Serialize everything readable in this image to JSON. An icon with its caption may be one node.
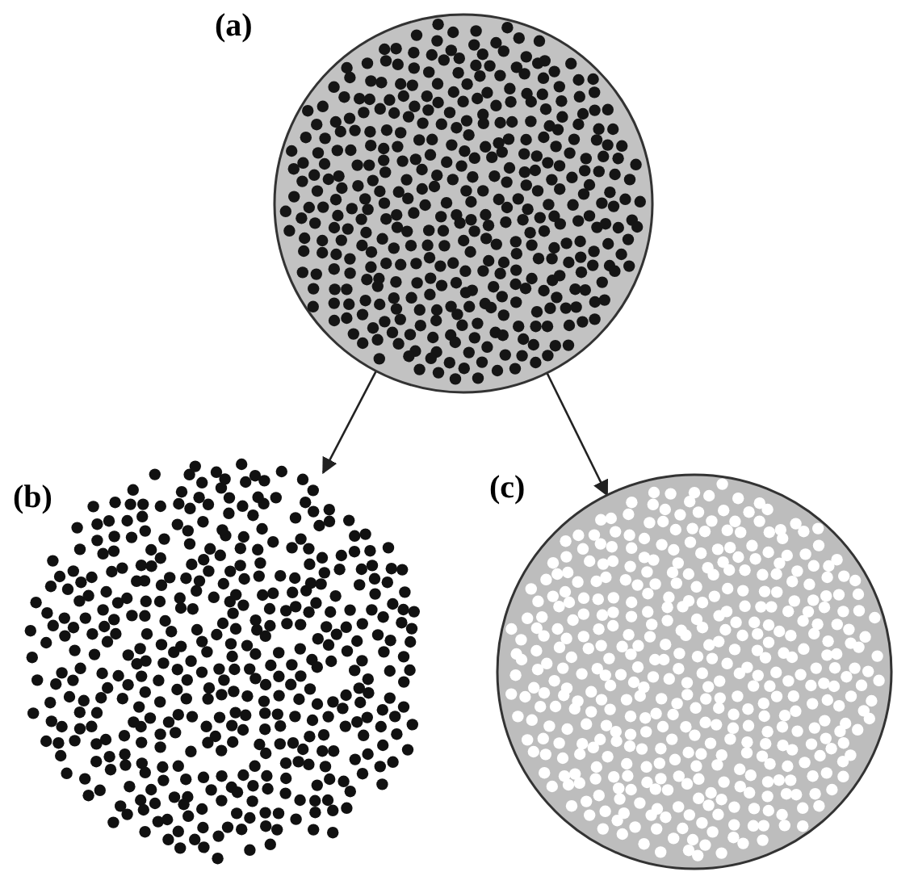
{
  "diagram": {
    "nodes": [
      {
        "text": [],
        "shape": "picture",
        "beside": [
          "(a)"
        ]
      },
      {
        "text": [
          "(b)"
        ]
      },
      {
        "text": [],
        "shape": "picture",
        "beside": [
          "(c)"
        ]
      }
    ],
    "edges": [
      {
        "from": 0,
        "to": 1,
        "arrow": "to"
      },
      {
        "from": 0,
        "to": 2,
        "arrow": "to"
      }
    ]
  }
}
